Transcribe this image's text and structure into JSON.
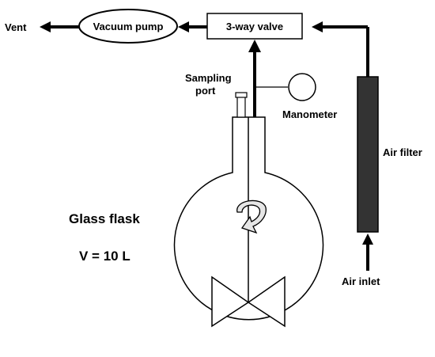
{
  "labels": {
    "vent": "Vent",
    "vacuum_pump": "Vacuum pump",
    "three_way_valve": "3-way valve",
    "sampling_port_line1": "Sampling",
    "sampling_port_line2": "port",
    "manometer": "Manometer",
    "air_filter": "Air filter",
    "glass_flask": "Glass flask",
    "volume": "V = 10 L",
    "air_inlet": "Air inlet"
  },
  "colors": {
    "line": "#000000",
    "air_filter_fill": "#333333",
    "rotation_arrow_fill": "#e6e6e6",
    "background": "#ffffff"
  }
}
